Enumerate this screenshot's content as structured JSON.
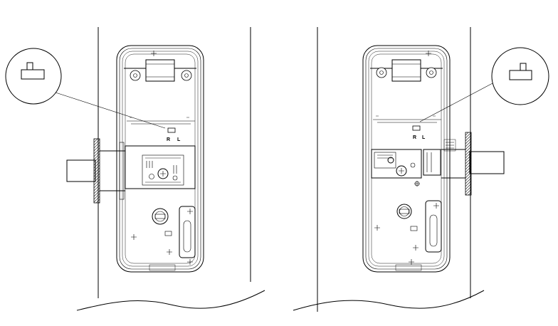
{
  "figure": {
    "left_view": {
      "switch_labels": {
        "r": "R",
        "l": "L"
      }
    },
    "right_view": {
      "switch_labels": {
        "r": "R",
        "l": "L"
      }
    }
  },
  "colors": {
    "line": "#000000",
    "background": "#ffffff"
  }
}
